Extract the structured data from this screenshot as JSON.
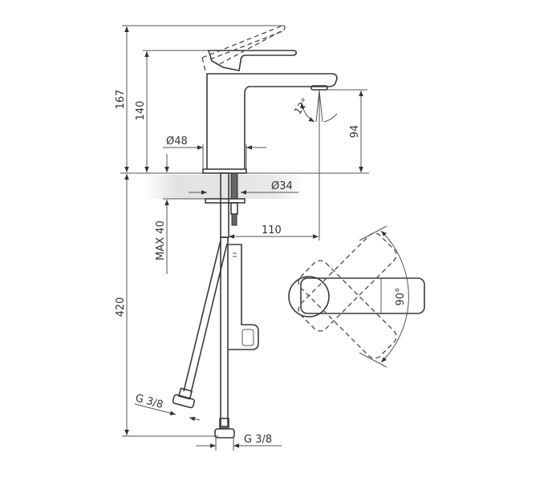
{
  "dimensions": {
    "total_height": "167",
    "lever_height": "140",
    "spout_height": "94",
    "spray_angle": "12°",
    "base_diameter": "Ø48",
    "shank_diameter": "Ø34",
    "max_deck_thickness": "MAX 40",
    "spout_reach": "110",
    "hose_length": "420",
    "hose_thread_left": "G 3/8",
    "hose_thread_bottom": "G 3/8",
    "lever_rotation": "90°"
  }
}
